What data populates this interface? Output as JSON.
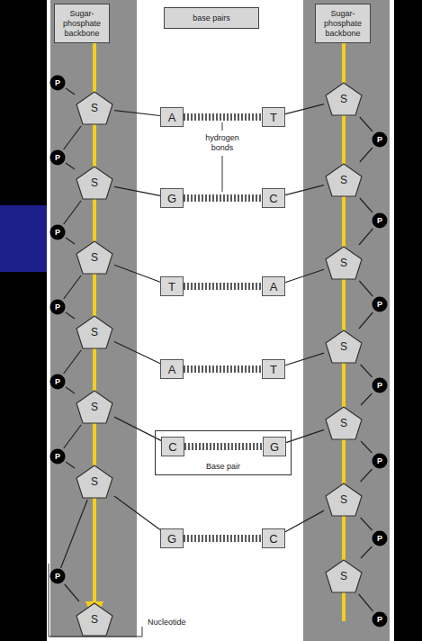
{
  "diagram": {
    "nodes": [
      {
        "text": [
          "Sugar-phosphate backbone"
        ]
      },
      {
        "text": [
          "base pairs"
        ]
      },
      {
        "text": [
          "Sugar-phosphate backbone"
        ]
      },
      {
        "text": [
          "P"
        ]
      },
      {
        "text": [
          "S"
        ]
      },
      {
        "text": [
          "P"
        ]
      },
      {
        "text": [
          "S"
        ]
      },
      {
        "text": [
          "P"
        ]
      },
      {
        "text": [
          "S"
        ]
      },
      {
        "text": [
          "P"
        ]
      },
      {
        "text": [
          "S"
        ]
      },
      {
        "text": [
          "P"
        ]
      },
      {
        "text": [
          "S"
        ]
      },
      {
        "text": [
          "P"
        ]
      },
      {
        "text": [
          "S"
        ]
      },
      {
        "text": [
          "P"
        ]
      },
      {
        "text": [
          "S"
        ]
      },
      {
        "text": [
          "A"
        ]
      },
      {
        "text": [
          "T"
        ]
      },
      {
        "text": [
          "G"
        ]
      },
      {
        "text": [
          "C"
        ]
      },
      {
        "text": [
          "T"
        ]
      },
      {
        "text": [
          "A"
        ]
      },
      {
        "text": [
          "A"
        ]
      },
      {
        "text": [
          "T"
        ]
      },
      {
        "text": [
          "Base pair"
        ]
      },
      {
        "text": [
          "C"
        ],
        "in": 25
      },
      {
        "text": [
          "G"
        ],
        "in": 25
      },
      {
        "text": [
          "G"
        ]
      },
      {
        "text": [
          "C"
        ]
      },
      {
        "text": [
          "S"
        ]
      },
      {
        "text": [
          "P"
        ]
      },
      {
        "text": [
          "S"
        ]
      },
      {
        "text": [
          "P"
        ]
      },
      {
        "text": [
          "S"
        ]
      },
      {
        "text": [
          "P"
        ]
      },
      {
        "text": [
          "S"
        ]
      },
      {
        "text": [
          "P"
        ]
      },
      {
        "text": [
          "S"
        ]
      },
      {
        "text": [
          "P"
        ]
      },
      {
        "text": [
          "S"
        ]
      },
      {
        "text": [
          "P"
        ]
      },
      {
        "text": [
          "S"
        ]
      },
      {
        "text": [
          "P"
        ]
      }
    ],
    "edges": [
      {
        "from": 3,
        "to": 4,
        "arrow": "none"
      },
      {
        "from": 4,
        "to": 5,
        "arrow": "none"
      },
      {
        "from": 5,
        "to": 6,
        "arrow": "none"
      },
      {
        "from": 6,
        "to": 7,
        "arrow": "none"
      },
      {
        "from": 7,
        "to": 8,
        "arrow": "none"
      },
      {
        "from": 8,
        "to": 9,
        "arrow": "none"
      },
      {
        "from": 9,
        "to": 10,
        "arrow": "none"
      },
      {
        "from": 10,
        "to": 11,
        "arrow": "none"
      },
      {
        "from": 11,
        "to": 12,
        "arrow": "none"
      },
      {
        "from": 12,
        "to": 13,
        "arrow": "none"
      },
      {
        "from": 13,
        "to": 14,
        "arrow": "none"
      },
      {
        "from": 14,
        "to": 15,
        "arrow": "none"
      },
      {
        "from": 15,
        "to": 16,
        "arrow": "none"
      },
      {
        "from": 4,
        "to": 17,
        "arrow": "none"
      },
      {
        "from": 6,
        "to": 19,
        "arrow": "none"
      },
      {
        "from": 8,
        "to": 21,
        "arrow": "none"
      },
      {
        "from": 10,
        "to": 23,
        "arrow": "none"
      },
      {
        "from": 12,
        "to": 26,
        "arrow": "none"
      },
      {
        "from": 14,
        "to": 28,
        "arrow": "none"
      },
      {
        "from": 17,
        "to": 18,
        "arrow": "none"
      },
      {
        "from": 19,
        "to": 20,
        "arrow": "none"
      },
      {
        "from": 21,
        "to": 22,
        "arrow": "none"
      },
      {
        "from": 23,
        "to": 24,
        "arrow": "none"
      },
      {
        "from": 26,
        "to": 27,
        "arrow": "none"
      },
      {
        "from": 28,
        "to": 29,
        "arrow": "none"
      },
      {
        "from": 18,
        "to": 30,
        "arrow": "none"
      },
      {
        "from": 20,
        "to": 32,
        "arrow": "none"
      },
      {
        "from": 22,
        "to": 34,
        "arrow": "none"
      },
      {
        "from": 24,
        "to": 36,
        "arrow": "none"
      },
      {
        "from": 27,
        "to": 38,
        "arrow": "none"
      },
      {
        "from": 29,
        "to": 40,
        "arrow": "none"
      },
      {
        "from": 30,
        "to": 31,
        "arrow": "none"
      },
      {
        "from": 31,
        "to": 32,
        "arrow": "none"
      },
      {
        "from": 32,
        "to": 33,
        "arrow": "none"
      },
      {
        "from": 33,
        "to": 34,
        "arrow": "none"
      },
      {
        "from": 34,
        "to": 35,
        "arrow": "none"
      },
      {
        "from": 35,
        "to": 36,
        "arrow": "none"
      },
      {
        "from": 36,
        "to": 37,
        "arrow": "none"
      },
      {
        "from": 37,
        "to": 38,
        "arrow": "none"
      },
      {
        "from": 38,
        "to": 39,
        "arrow": "none"
      },
      {
        "from": 39,
        "to": 40,
        "arrow": "none"
      },
      {
        "from": 40,
        "to": 41,
        "arrow": "none"
      },
      {
        "from": 41,
        "to": 42,
        "arrow": "none"
      },
      {
        "from": 42,
        "to": 43,
        "arrow": "none"
      }
    ],
    "labels": [
      "hydrogen bonds",
      "Nucleotide"
    ]
  }
}
